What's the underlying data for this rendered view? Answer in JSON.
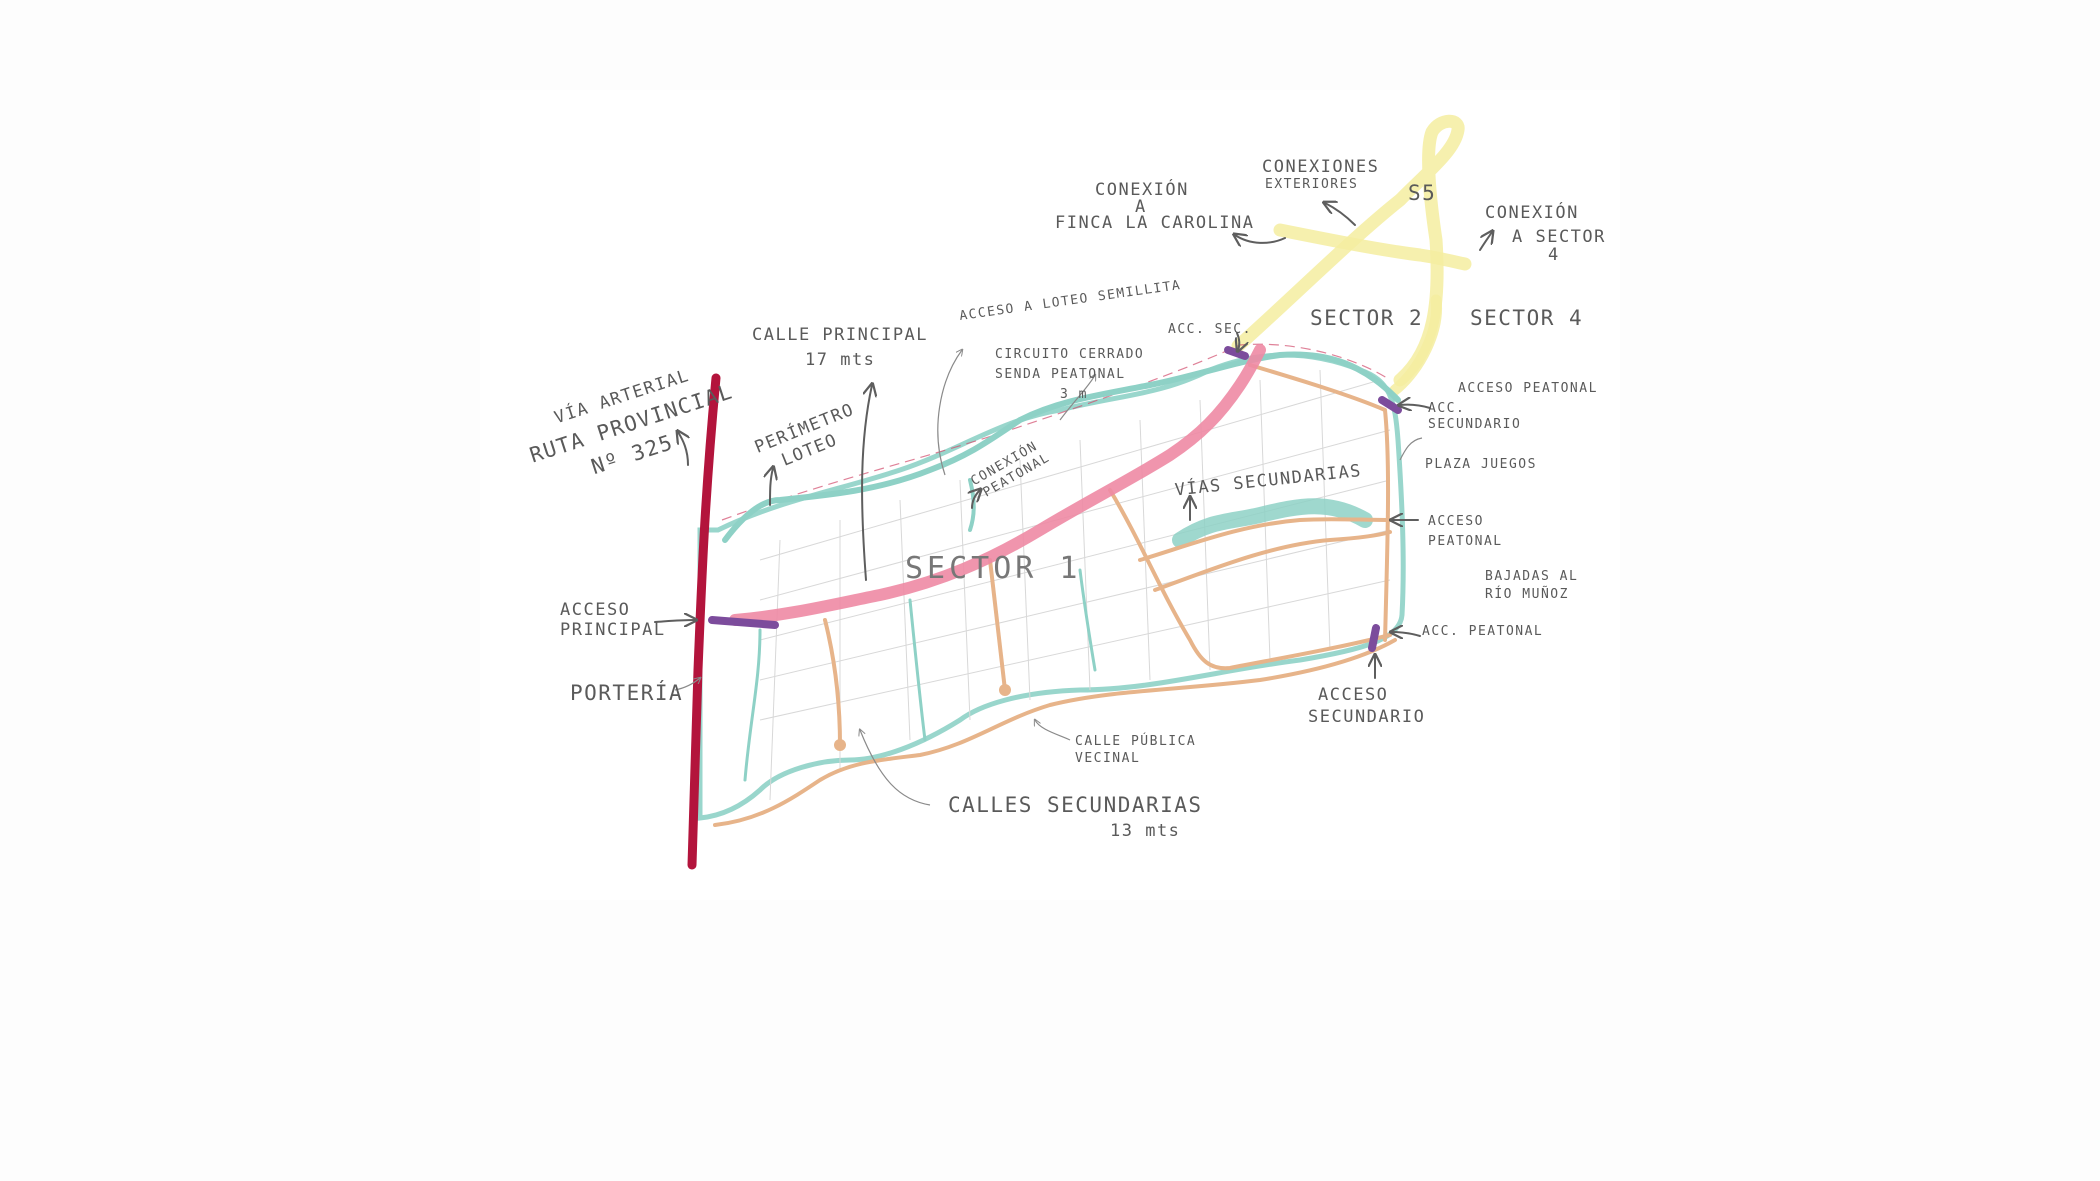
{
  "colors": {
    "arterial": "#b3143c",
    "main_street": "#ee8aa4",
    "pedestrian": "#8ed1c6",
    "secondary": "#e7b48a",
    "access": "#7c4c9c",
    "exterior": "#f4eda0",
    "ink": "#5a5a5a"
  },
  "labels": {
    "via_arterial": "VÍA ARTERIAL",
    "ruta_provincial": "RUTA PROVINCIAL",
    "ruta_numero": "Nº 325",
    "perimetro_lote": "PERÍMETRO",
    "perimetro_lote_2": "LOTEO",
    "calle_principal": "CALLE PRINCIPAL",
    "calle_principal_ancho": "17 mts",
    "acceso_loteo": "ACCESO A LOTEO SEMILLITA",
    "circuito_1": "CIRCUITO CERRADO",
    "circuito_2": "SENDA PEATONAL",
    "circuito_3": "3 m",
    "conexion_peatonal_1": "CONEXIÓN",
    "conexion_peatonal_2": "PEATONAL",
    "sector_1": "SECTOR 1",
    "vias_secundarias": "VÍAS SECUNDARIAS",
    "conexion_finca_1": "CONEXIÓN",
    "conexion_finca_2": "A",
    "conexion_finca_3": "FINCA LA CAROLINA",
    "conexiones_ext_1": "CONEXIONES",
    "conexiones_ext_2": "EXTERIORES",
    "s5": "S5",
    "conexion_sector4_1": "CONEXIÓN",
    "conexion_sector4_2": "A SECTOR",
    "conexion_sector4_3": "4",
    "acc_sec_top": "ACC. SEC.",
    "sector_2": "SECTOR 2",
    "sector_4": "SECTOR 4",
    "acceso_peatonal_top": "ACCESO PEATONAL",
    "acc_secundario_1": "ACC.",
    "acc_secundario_2": "SECUNDARIO",
    "plaza_juegos": "PLAZA JUEGOS",
    "acceso_peatonal_1": "ACCESO",
    "acceso_peatonal_2": "PEATONAL",
    "bajadas_1": "BAJADAS AL",
    "bajadas_2": "RÍO MUÑOZ",
    "acc_peatonal_bottom": "ACC. PEATONAL",
    "acceso_principal_1": "ACCESO",
    "acceso_principal_2": "PRINCIPAL",
    "porteria": "PORTERÍA",
    "acceso_secundario_1": "ACCESO",
    "acceso_secundario_2": "SECUNDARIO",
    "calle_publica_1": "CALLE PÚBLICA",
    "calle_publica_2": "VECINAL",
    "calles_secundarias": "CALLES SECUNDARIAS",
    "calles_secundarias_ancho": "13 mts"
  }
}
